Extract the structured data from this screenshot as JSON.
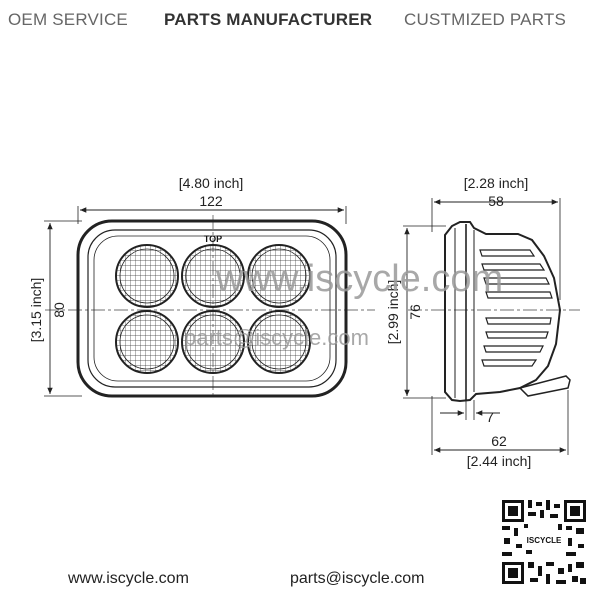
{
  "header": {
    "oem": "OEM SERVICE",
    "manufacturer": "PARTS MANUFACTURER",
    "customized": "CUSTMIZED PARTS"
  },
  "front_view": {
    "width_inch": "[4.80 inch]",
    "width_mm": "122",
    "height_inch": "[3.15 inch]",
    "height_mm": "80",
    "top_mark": "TOP"
  },
  "side_view": {
    "depth_inch": "[2.28 inch]",
    "depth_mm": "58",
    "height_inch": "[2.99 inch]",
    "height_mm": "76",
    "bracket_mm": "7",
    "total_mm": "62",
    "total_inch": "[2.44 inch]"
  },
  "watermark": {
    "main": "www.iscycle.com",
    "secondary": "parts@iscycle.com"
  },
  "qr_label": "ISCYCLE",
  "footer": {
    "website": "www.iscycle.com",
    "email": "parts@iscycle.com"
  },
  "colors": {
    "line": "#222222",
    "watermark": "#9a9a9a",
    "header_gray": "#666666"
  }
}
